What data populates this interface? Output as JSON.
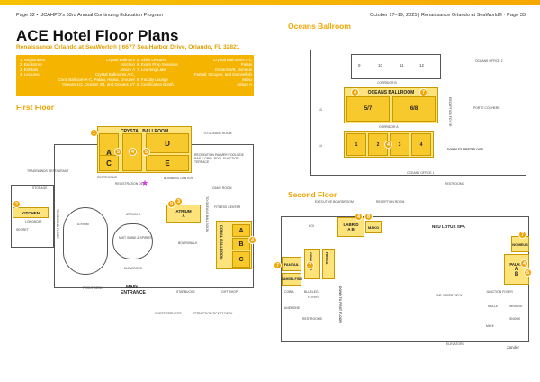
{
  "header": {
    "left": "Page 32 • IJCAHPO's 53rd Annual Continuing Education Program",
    "right": "October 17–19, 2025  |  Renaissance Orlando at SeaWorld®  ·  Page 33"
  },
  "title": "ACE Hotel Floor Plans",
  "subtitle": "Renaissance Orlando at SeaWorld®  |  6677 Sea Harbor Drive, Orlando, FL 32821",
  "legend": {
    "left": [
      {
        "k": "1. Registration",
        "v": "Crystal Ballroom"
      },
      {
        "k": "2. Bookstore",
        "v": "Kitchen"
      },
      {
        "k": "3. Exhibits",
        "v": "Atrium A"
      },
      {
        "k": "4. Lectures",
        "v": "Crystal Ballrooms A-C,"
      },
      {
        "k": "",
        "v": "Coral Ballroom A-C, Palani, Hinisa, Grouper"
      },
      {
        "k": "",
        "v": "Oceans 1/2, Oceans 3/4, and Oceans 5/7"
      }
    ],
    "right": [
      {
        "k": "5. Skills Lectures",
        "v": "Crystal Ballrooms A-C"
      },
      {
        "k": "6. Exam Prep Sessions",
        "v": "Palani"
      },
      {
        "k": "7. Learning Labs",
        "v": "Oceans 6/8, Nomeus"
      },
      {
        "k": "",
        "v": "Fantail, Grouper, and Damselfish"
      },
      {
        "k": "8. Faculty Lounge",
        "v": "Mako"
      },
      {
        "k": "9. Certification Booth",
        "v": "Atrium A"
      }
    ]
  },
  "sections": {
    "first": "First Floor",
    "oceans": "Oceans Ballroom",
    "second": "Second Floor"
  },
  "first_floor": {
    "crystal": "CRYSTAL BALLROOM",
    "rooms": [
      "A",
      "B",
      "C",
      "D",
      "E"
    ],
    "kitchen": "KITCHEN",
    "atrium_a": "ATRIUM",
    "atrium_a2": "A",
    "coral": "CORAL BALLROOM",
    "coral_rooms": [
      "A",
      "B",
      "C"
    ],
    "labels": {
      "tradewinds": "TRADEWINDS RESTAURANT",
      "storage": "STORAGE",
      "longboat": "LONGBOAT",
      "secret": "SECRET",
      "atrium": "ATRIUM",
      "atrium_b": "ATRIUM B",
      "atrium_c": "ATRIUM C",
      "atrium_d": "ATRIUM D",
      "mist": "MIST SHINE & SPIRITS",
      "boardwalk": "BOARDWALK",
      "elevators": "ELEVATORS",
      "front_desk": "FRONT DESK",
      "main_entrance": "MAIN",
      "main_entrance2": "ENTRANCE",
      "starbucks": "STARBUCKS",
      "gift_shop": "GIFT SHOP",
      "guest_services": "GUEST SERVICES",
      "attraction": "ATTRACTION TICKET DESK",
      "registration_desk": "REGISTRATION DESK",
      "business": "BUSINESS CENTER",
      "recreation": "RECREATION PALMER POOLSIDE BAR & GRILL POOL FUNCTION TERRACE",
      "to_oceans": "TO OCEANS ROOM",
      "restrooms": "RESTROOMS",
      "fitness": "FITNESS CENTER",
      "game_room": "GAME ROOM",
      "to_second": "TO SECOND FLOOR",
      "to_oceans_b": "TO OCEANS BALLROOM"
    }
  },
  "oceans": {
    "ballroom": "OCEANS BALLROOM",
    "b57": "5/7",
    "b68": "6/8",
    "corridor_a": "CORRIDOR A",
    "corridor_b": "CORRIDOR B",
    "nums_top": [
      "9",
      "10",
      "11",
      "12"
    ],
    "nums_bottom": [
      "1",
      "2",
      "3",
      "4"
    ],
    "oceans_office": "OCEANS OFFICE 2",
    "reception": "RECEPTION FOYER",
    "porte": "PORTE COCHERE",
    "oceans_office1": "OCEANS OFFICE 1",
    "down_first": "DOWN TO FIRST FLOOR",
    "restrooms": "RESTROOMS",
    "b13": "13",
    "b14": "14"
  },
  "second_floor": {
    "labrid": "LABRID",
    "labrid_a": "A",
    "labrid_b": "B",
    "mako": "MAKO",
    "koi": "KOI",
    "nomeus": "NOMEUS",
    "fantail": "FANTAIL",
    "damselfish": "DAMSELFISH",
    "grouper": "GROUPER",
    "palani": "PALANI",
    "palani_a": "A",
    "palani_b": "B",
    "hinisa": "HINISA",
    "labels": {
      "exec": "EXECUTIVE BOARDROOM",
      "reception_room": "RECEPTION ROOM",
      "spa": "NEU LOTUS SPA",
      "cobia": "COBIA",
      "anemone": "ANEMONE",
      "blueleg": "BLUELEG",
      "foyer": "FOYER",
      "upper_deck": "THE UPPER DECK",
      "junction": "JUNCTION FOYER",
      "mullet": "MULLET",
      "wrasse": "WRASSE",
      "snook": "SNOOK",
      "zander": "Zander",
      "down_first": "DOWN TO FIRST FLOOR",
      "restrooms": "RESTROOMS",
      "elevators": "ELEVATORS",
      "mahi": "MAHI"
    }
  }
}
